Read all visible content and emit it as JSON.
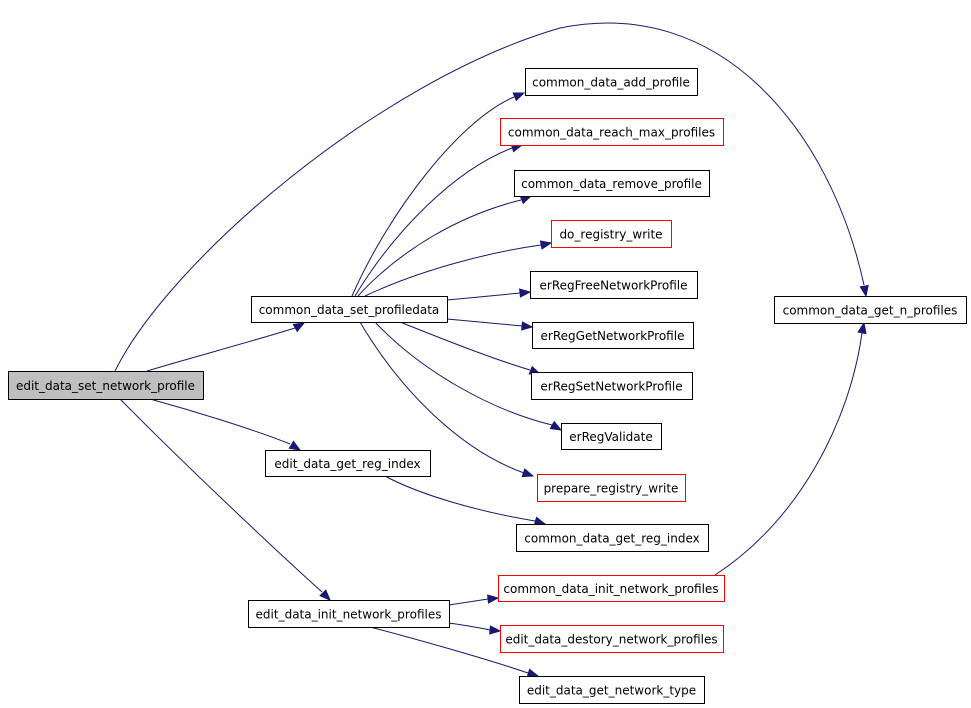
{
  "graph": {
    "colors": {
      "edge": "#191970",
      "node_border": "#000000",
      "node_border_highlight": "#ff0000",
      "root_fill": "#bfbfbf"
    },
    "nodes": [
      {
        "id": "edit_data_set_network_profile",
        "label": "edit_data_set_network_profile",
        "style": "root"
      },
      {
        "id": "common_data_set_profiledata",
        "label": "common_data_set_profiledata",
        "style": "normal"
      },
      {
        "id": "edit_data_get_reg_index",
        "label": "edit_data_get_reg_index",
        "style": "normal"
      },
      {
        "id": "edit_data_init_network_profiles",
        "label": "edit_data_init_network_profiles",
        "style": "normal"
      },
      {
        "id": "common_data_add_profile",
        "label": "common_data_add_profile",
        "style": "normal"
      },
      {
        "id": "common_data_reach_max_profiles",
        "label": "common_data_reach_max_profiles",
        "style": "highlight"
      },
      {
        "id": "common_data_remove_profile",
        "label": "common_data_remove_profile",
        "style": "normal"
      },
      {
        "id": "do_registry_write",
        "label": "do_registry_write",
        "style": "highlight"
      },
      {
        "id": "erRegFreeNetworkProfile",
        "label": "erRegFreeNetworkProfile",
        "style": "normal"
      },
      {
        "id": "erRegGetNetworkProfile",
        "label": "erRegGetNetworkProfile",
        "style": "normal"
      },
      {
        "id": "erRegSetNetworkProfile",
        "label": "erRegSetNetworkProfile",
        "style": "normal"
      },
      {
        "id": "erRegValidate",
        "label": "erRegValidate",
        "style": "normal"
      },
      {
        "id": "prepare_registry_write",
        "label": "prepare_registry_write",
        "style": "highlight"
      },
      {
        "id": "common_data_get_reg_index",
        "label": "common_data_get_reg_index",
        "style": "normal"
      },
      {
        "id": "common_data_init_network_profiles",
        "label": "common_data_init_network_profiles",
        "style": "highlight"
      },
      {
        "id": "edit_data_destory_network_profiles",
        "label": "edit_data_destory_network_profiles",
        "style": "highlight"
      },
      {
        "id": "edit_data_get_network_type",
        "label": "edit_data_get_network_type",
        "style": "normal"
      },
      {
        "id": "common_data_get_n_profiles",
        "label": "common_data_get_n_profiles",
        "style": "normal"
      }
    ],
    "edges": [
      {
        "from": "edit_data_set_network_profile",
        "to": "common_data_set_profiledata"
      },
      {
        "from": "edit_data_set_network_profile",
        "to": "edit_data_get_reg_index"
      },
      {
        "from": "edit_data_set_network_profile",
        "to": "edit_data_init_network_profiles"
      },
      {
        "from": "edit_data_set_network_profile",
        "to": "common_data_get_n_profiles"
      },
      {
        "from": "common_data_set_profiledata",
        "to": "common_data_add_profile"
      },
      {
        "from": "common_data_set_profiledata",
        "to": "common_data_reach_max_profiles"
      },
      {
        "from": "common_data_set_profiledata",
        "to": "common_data_remove_profile"
      },
      {
        "from": "common_data_set_profiledata",
        "to": "do_registry_write"
      },
      {
        "from": "common_data_set_profiledata",
        "to": "erRegFreeNetworkProfile"
      },
      {
        "from": "common_data_set_profiledata",
        "to": "erRegGetNetworkProfile"
      },
      {
        "from": "common_data_set_profiledata",
        "to": "erRegSetNetworkProfile"
      },
      {
        "from": "common_data_set_profiledata",
        "to": "erRegValidate"
      },
      {
        "from": "common_data_set_profiledata",
        "to": "prepare_registry_write"
      },
      {
        "from": "edit_data_get_reg_index",
        "to": "common_data_get_reg_index"
      },
      {
        "from": "edit_data_init_network_profiles",
        "to": "common_data_init_network_profiles"
      },
      {
        "from": "edit_data_init_network_profiles",
        "to": "edit_data_destory_network_profiles"
      },
      {
        "from": "edit_data_init_network_profiles",
        "to": "edit_data_get_network_type"
      },
      {
        "from": "common_data_init_network_profiles",
        "to": "common_data_get_n_profiles"
      }
    ]
  }
}
